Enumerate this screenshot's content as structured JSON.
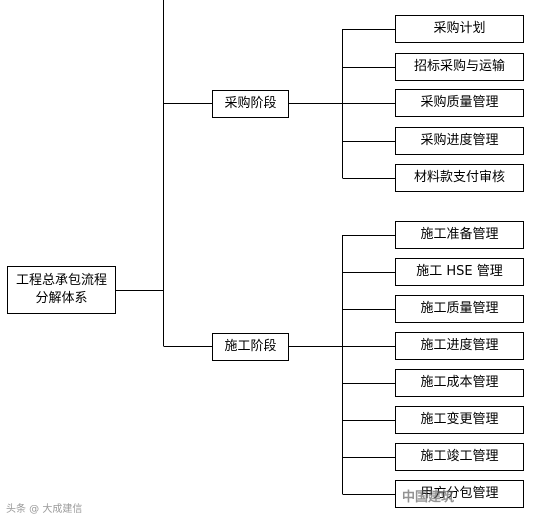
{
  "root": {
    "label": "工程总承包流程分解体系"
  },
  "phases": [
    {
      "label": "采购阶段",
      "items": [
        "采购计划",
        "招标采购与运输",
        "采购质量管理",
        "采购进度管理",
        "材料款支付审核"
      ]
    },
    {
      "label": "施工阶段",
      "items": [
        "施工准备管理",
        "施工 HSE 管理",
        "施工质量管理",
        "施工进度管理",
        "施工成本管理",
        "施工变更管理",
        "施工竣工管理",
        "甲方分包管理"
      ]
    }
  ],
  "watermarks": {
    "left": "头条 @ 大成建信",
    "right": "中国建筑"
  }
}
